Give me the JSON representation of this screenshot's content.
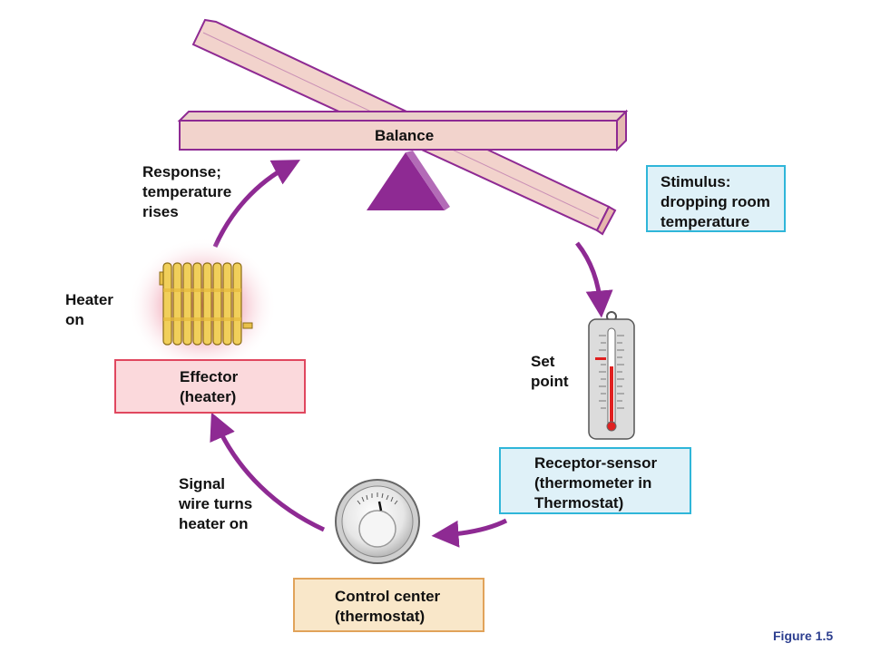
{
  "labels": {
    "balance": "Balance",
    "response": "Response;\ntemperature\nrises",
    "stimulus": "Stimulus:\ndropping room\ntemperature",
    "heater_on": "Heater\non",
    "set_point": "Set\npoint",
    "effector": "Effector\n(heater)",
    "receptor": "Receptor-sensor\n(thermometer in\nThermostat)",
    "signal": "Signal\nwire turns\nheater on",
    "control": "Control center\n(thermostat)",
    "figure": "Figure 1.5"
  },
  "colors": {
    "arrow": "#8e2a93",
    "fulcrum": "#8e2a93",
    "beam_fill": "#f2d3cc",
    "beam_stroke": "#8e2a93",
    "stimulus_box_fill": "#dff1f8",
    "stimulus_box_border": "#2fb6d9",
    "receptor_box_fill": "#dff1f8",
    "receptor_box_border": "#2fb6d9",
    "effector_box_fill": "#fbd9dc",
    "effector_box_border": "#e0475f",
    "control_box_fill": "#f9e7c9",
    "control_box_border": "#e1a35a",
    "heater_glow": "#e8687f",
    "radiator": "#f1cf5a",
    "thermometer_red": "#e02020",
    "figure_label": "#2c3e8f"
  },
  "icons": [
    "radiator-icon",
    "thermometer-icon",
    "thermostat-dial-icon",
    "fulcrum-icon"
  ]
}
